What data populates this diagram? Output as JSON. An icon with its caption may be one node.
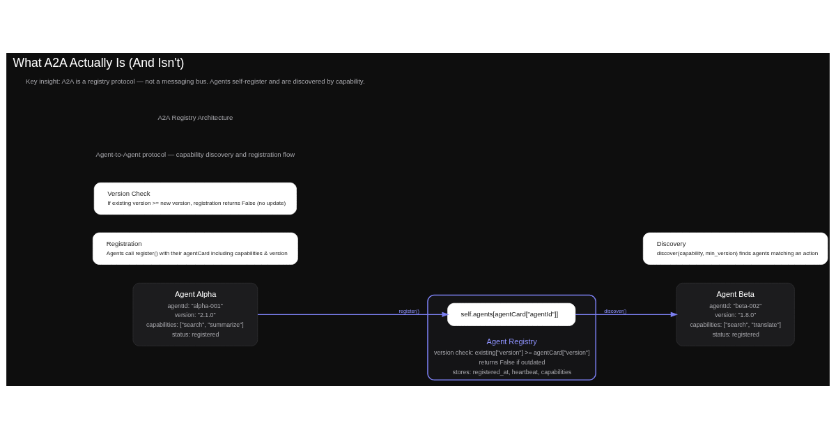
{
  "diagram": {
    "title": "What A2A Actually Is (And Isn't)",
    "nodes": [
      {
        "text": [
          "Agent Alpha",
          "agentId: \"alpha-001\"",
          "version: \"2.1.0\"",
          "capabilities: [\"search\", \"summarize\"]",
          "status: registered"
        ]
      },
      {
        "text": [
          "Agent Registry",
          "version check: existing[\"version\"] >= agentCard[\"version\"]",
          "returns False if outdated",
          "stores: registered_at, heartbeat, capabilities"
        ]
      },
      {
        "text": [
          "self.agents[agentCard[\"agentId\"]]"
        ],
        "in": 1
      },
      {
        "text": [
          "Agent Beta",
          "agentId: \"beta-002\"",
          "version: \"1.8.0\"",
          "capabilities: [\"search\", \"translate\"]",
          "status: registered"
        ]
      },
      {
        "text": [
          "Registration",
          "Agents call register() with their agentCard including capabilities & version"
        ]
      },
      {
        "text": [
          "Version Check",
          "If existing version >= new version, registration returns False (no update)"
        ]
      },
      {
        "text": [
          "Discovery",
          "discover(capability, min_version) finds agents matching an action"
        ]
      }
    ],
    "edges": [
      {
        "from": 0,
        "to": 2,
        "arrow": "to",
        "label": "register()"
      },
      {
        "from": 2,
        "to": 3,
        "arrow": "to",
        "label": "discover()"
      }
    ],
    "labels": [
      "Agent-to-Agent protocol — capability discovery and registration flow",
      "A2A Registry Architecture",
      "Key insight: A2A is a registry protocol — not a messaging bus. Agents self-register and are discovered by capability."
    ]
  }
}
